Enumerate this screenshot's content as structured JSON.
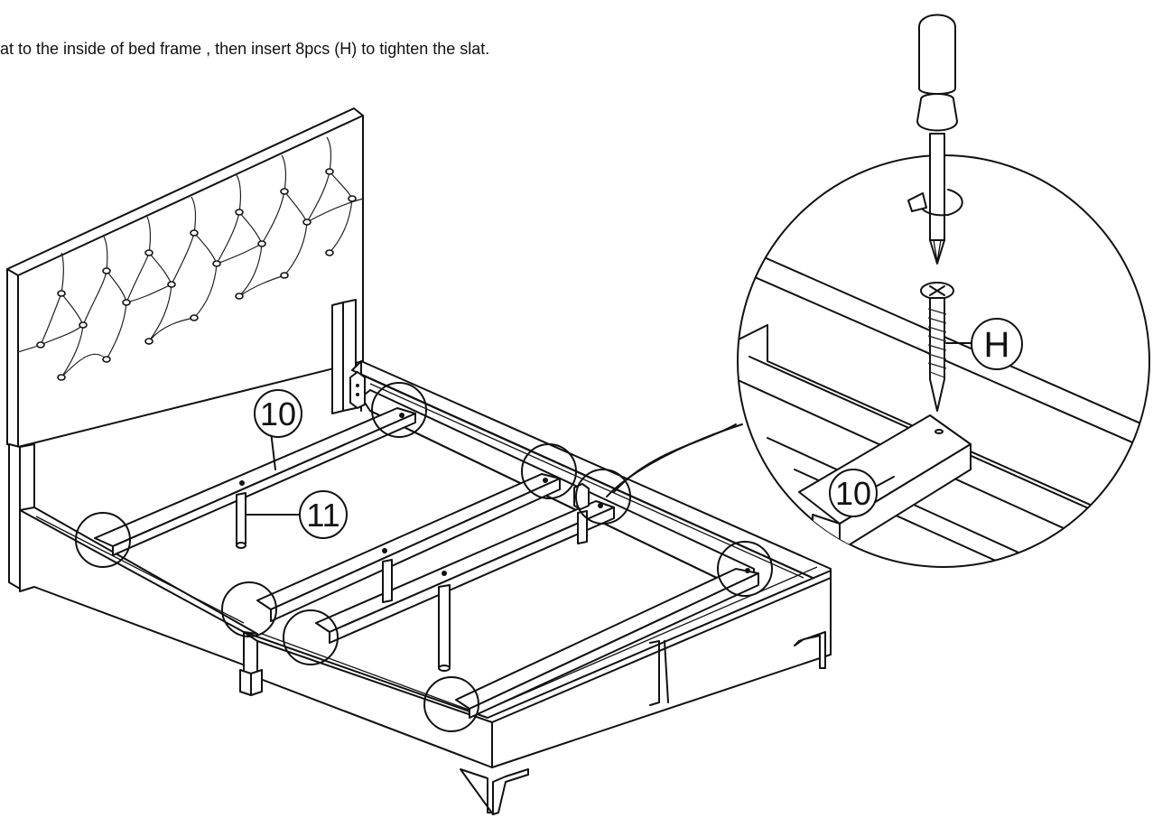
{
  "instruction": "at to the inside of bed frame , then insert 8pcs (H) to tighten the slat.",
  "labels": {
    "slat": "10",
    "support_leg": "11",
    "screw": "H",
    "detail_slat": "10"
  }
}
